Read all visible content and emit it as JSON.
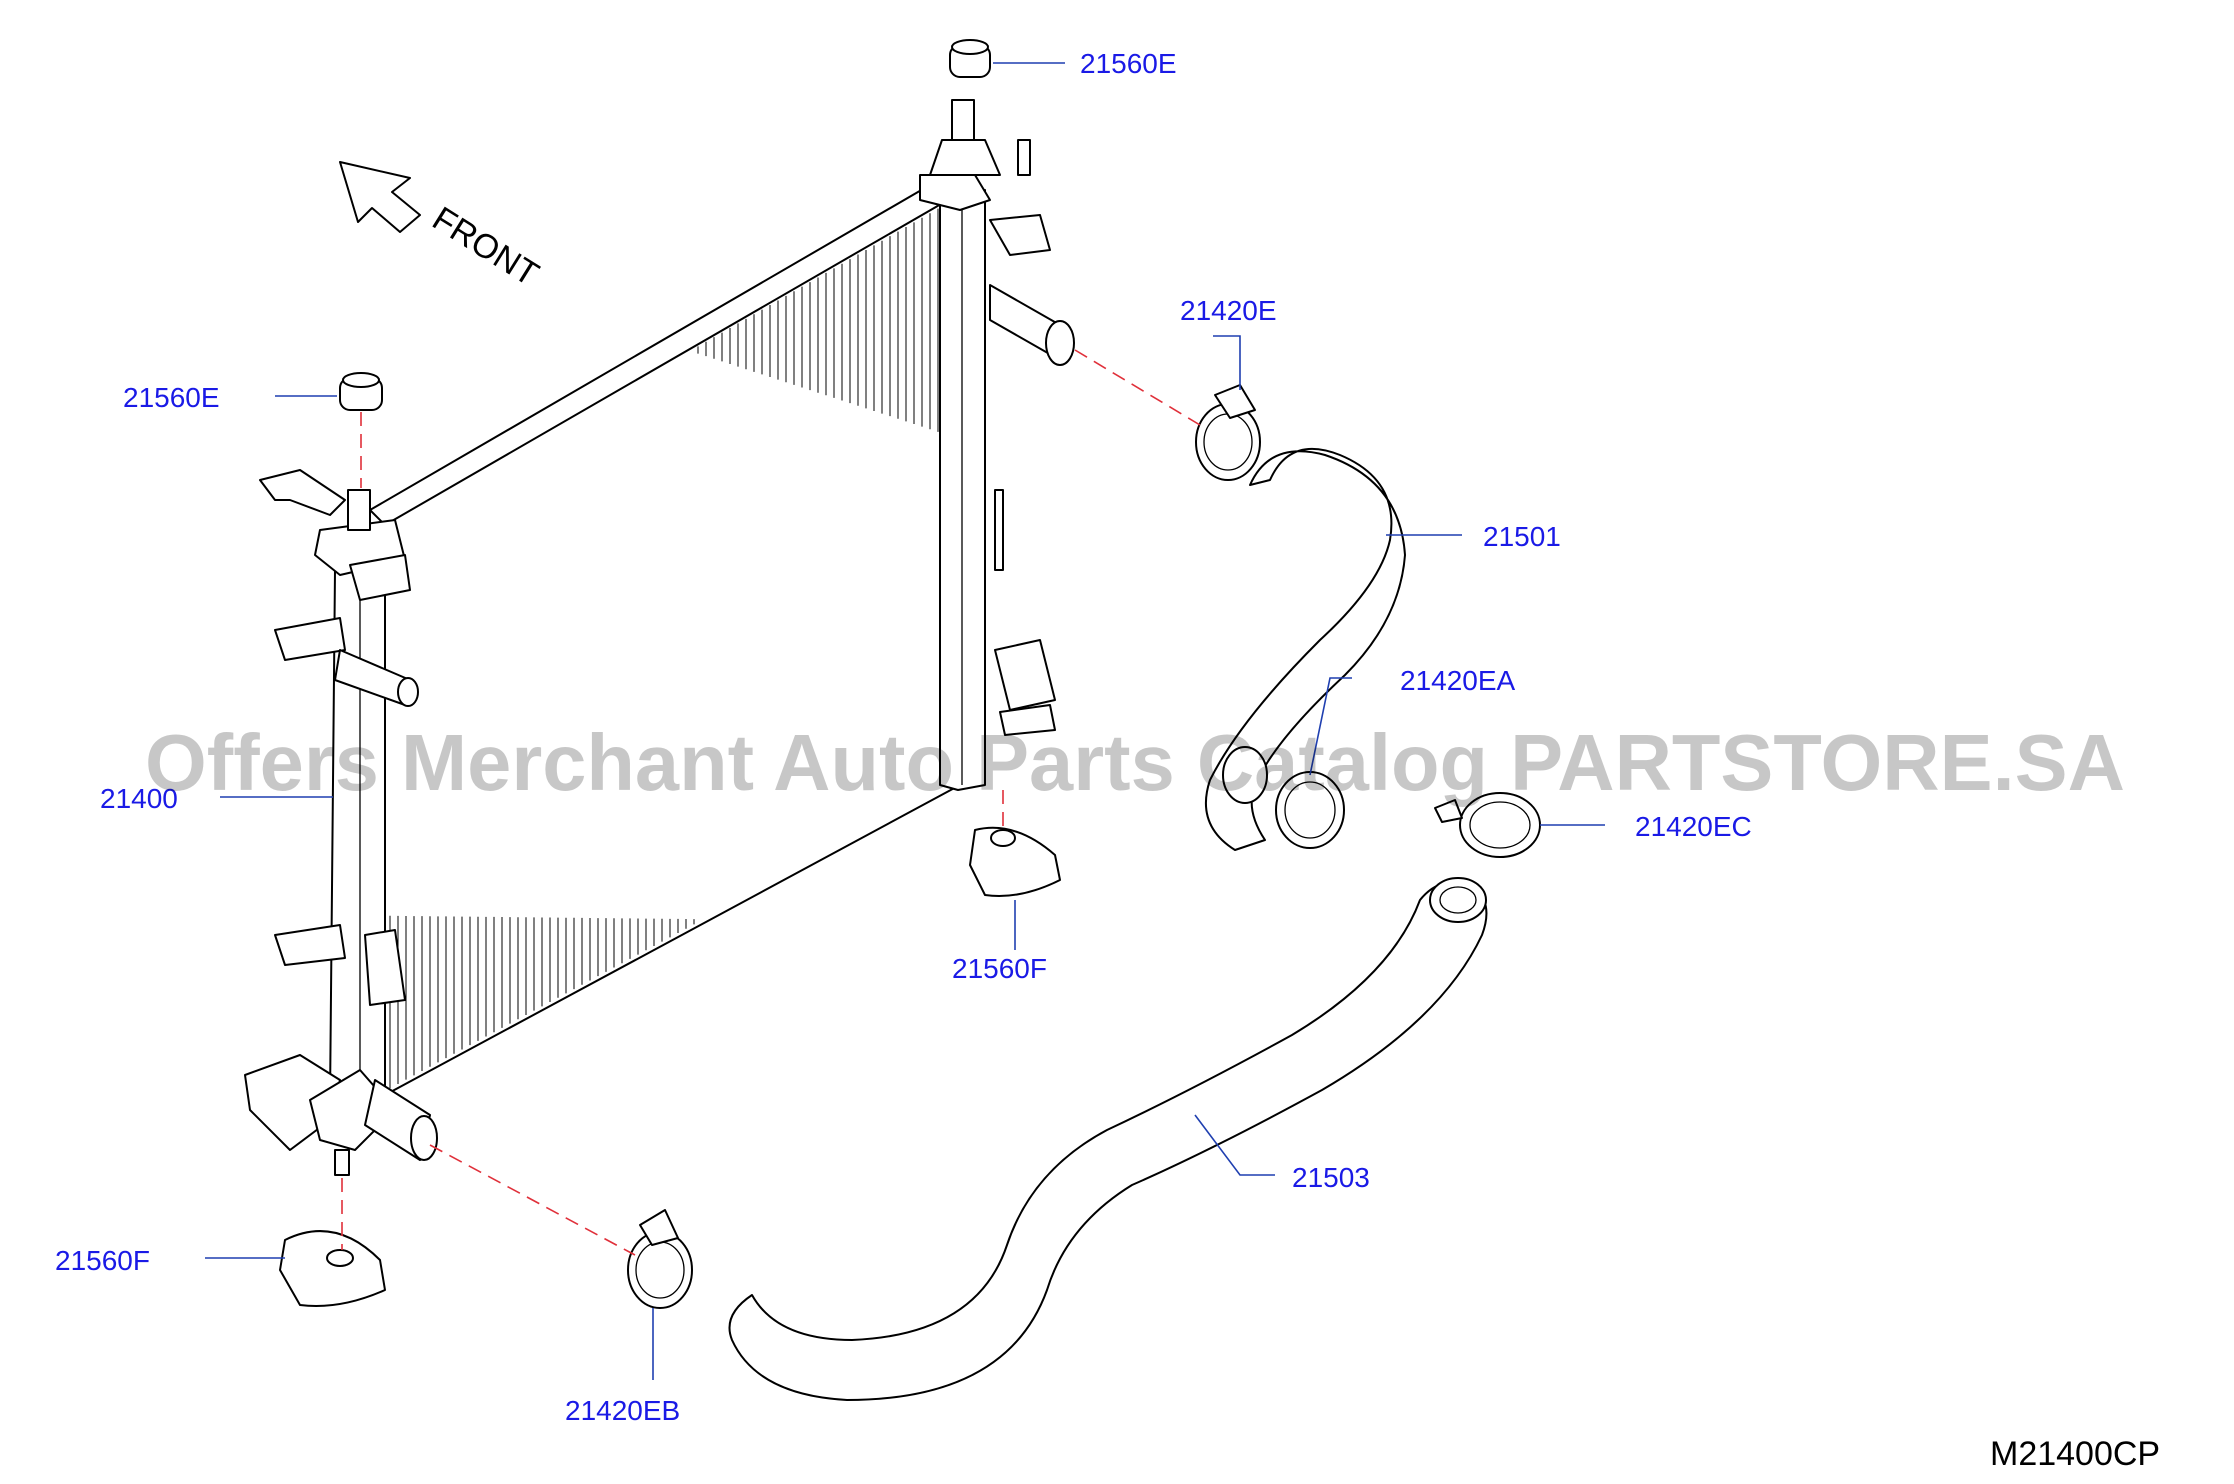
{
  "front_label": "FRONT",
  "watermark": "Offers Merchant Auto Parts Catalog PARTSTORE.SA",
  "diagram_code": "M21400CP",
  "callouts": {
    "c_21560E_top": "21560E",
    "c_21560E_left": "21560E",
    "c_21420E": "21420E",
    "c_21501": "21501",
    "c_21420EA": "21420EA",
    "c_21420EC": "21420EC",
    "c_21400": "21400",
    "c_21560F_mid": "21560F",
    "c_21503": "21503",
    "c_21560F_bottom": "21560F",
    "c_21420EB": "21420EB"
  },
  "colors": {
    "callout_text": "#1a1ae6",
    "leader_line": "#1f3fb0",
    "connection_dash": "#e0303a",
    "outline": "#000000"
  }
}
